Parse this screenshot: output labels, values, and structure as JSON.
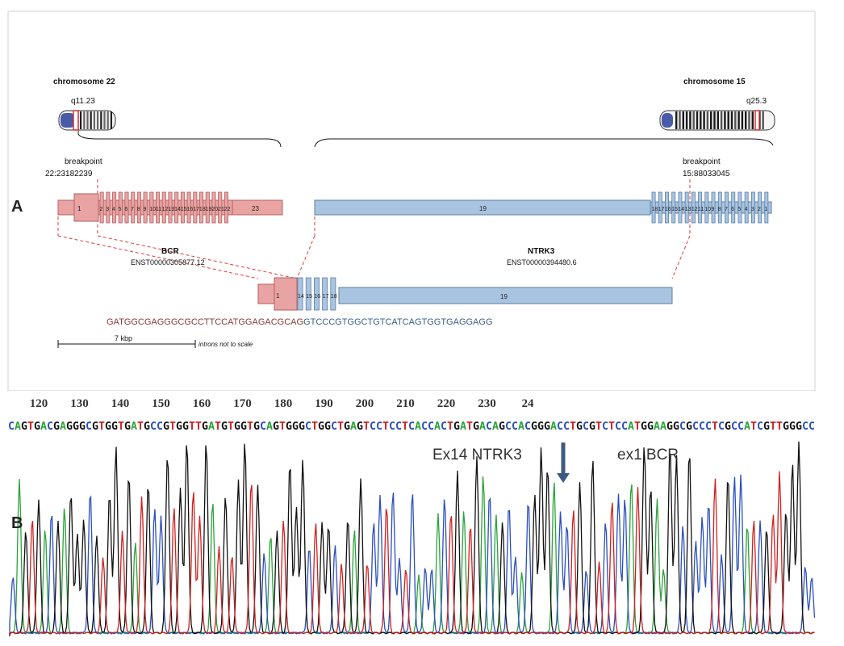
{
  "panel_a": {
    "label": "A",
    "chr22": {
      "name": "chromosome 22",
      "band": "q11.23",
      "breakpoint_label": "breakpoint",
      "breakpoint_pos": "22:23182239"
    },
    "chr15": {
      "name": "chromosome 15",
      "band": "q25.3",
      "breakpoint_label": "breakpoint",
      "breakpoint_pos": "15:88033045"
    },
    "bcr": {
      "gene": "BCR",
      "transcript": "ENST00000305877.12",
      "first_exon": "1",
      "middle_exons": [
        "2",
        "3",
        "4",
        "5",
        "6",
        "7",
        "8",
        "9",
        "10",
        "11",
        "12",
        "13",
        "14",
        "15",
        "16",
        "17",
        "18",
        "19",
        "20",
        "21",
        "22"
      ],
      "last_exon": "23"
    },
    "ntrk3": {
      "gene": "NTRK3",
      "transcript": "ENST00000394480.6",
      "big_exon": "19",
      "small_exons": [
        "18",
        "17",
        "16",
        "15",
        "14",
        "13",
        "12",
        "11",
        "10",
        "9",
        "8",
        "7",
        "6",
        "5",
        "4",
        "3",
        "2",
        "1"
      ]
    },
    "fusion": {
      "bcr_exon": "1",
      "ntrk3_exons": [
        "14",
        "15",
        "16",
        "17",
        "18"
      ],
      "ntrk3_last": "19"
    },
    "junction_sequence": {
      "bcr_part": "GATGGCGAGGGCGCCTTCCATGGAGACGCAG",
      "ntrk3_part": "GTCCCGTGGCTGTCATCAGTGGTGAGGAGG"
    },
    "scale": {
      "label": "7 kbp",
      "note": "introns not to scale"
    },
    "colors": {
      "bcr": "#e9a3a3",
      "bcr_stroke": "#b06060",
      "ntrk3": "#a9c4e0",
      "ntrk3_stroke": "#5c7fa3",
      "dash": "#e03a3a",
      "bcr_text": "#8b3a3a",
      "ntrk3_text": "#3a5f86"
    }
  },
  "panel_b": {
    "label": "B",
    "positions": [
      "120",
      "130",
      "140",
      "150",
      "160",
      "170",
      "180",
      "190",
      "200",
      "210",
      "220",
      "230",
      "24"
    ],
    "sequence": "CAGTGACGAGGGCGTGGTGATGCCGTGGTTGATGTGGTGCAGTGGGCTGGCTGAGTCCTCCTCACCACTGATGACAGCCACGGGACCTGCGTCTCCATGGAAGGCGCCCTCGCCATCGTTGGGCC",
    "annotation_left": "Ex14 NTRK3",
    "annotation_right": "ex1 BCR",
    "base_colors": {
      "A": "#2aa33a",
      "C": "#2a4fbf",
      "G": "#111111",
      "T": "#d02020"
    }
  }
}
